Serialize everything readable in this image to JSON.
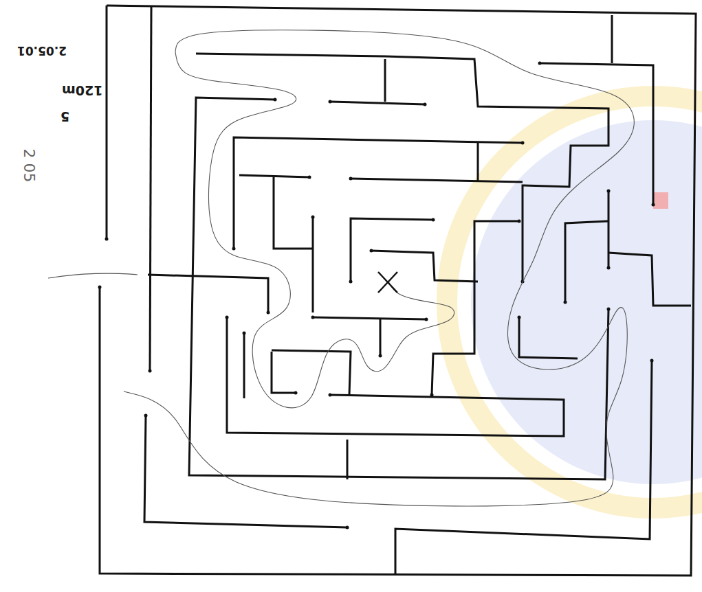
{
  "diagram": {
    "labels": [
      "2.05.01",
      "120m",
      "5",
      "2 05"
    ]
  }
}
